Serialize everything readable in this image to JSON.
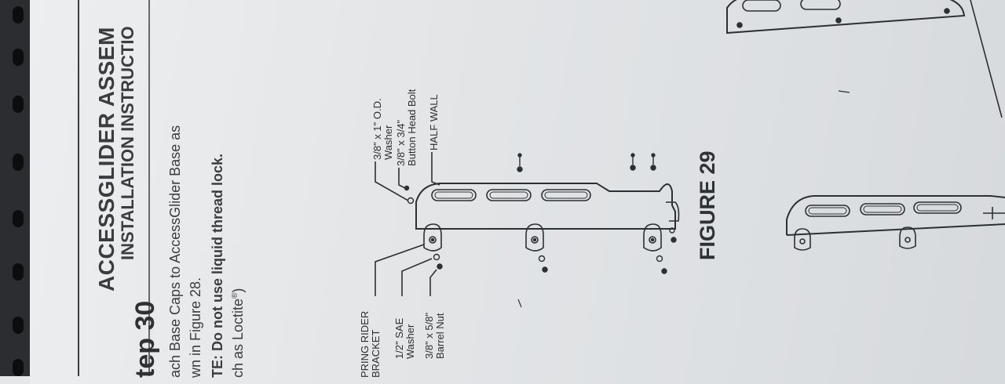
{
  "header": {
    "title": "ACCESSGLIDER ASSEM",
    "subtitle": "INSTALLATION INSTRUCTIO"
  },
  "step": {
    "heading": "tep 30",
    "line1": "ach Base Caps to AccessGlider Base as",
    "line2": "wn in Figure 28.",
    "note1": "TE: Do not use liquid thread lock.",
    "note2": "ch as Loctite",
    "note_registered": "®",
    "note_close": ")"
  },
  "labels": {
    "washer_od_1": "3/8\" x 1\" O.D.",
    "washer_od_2": "Washer",
    "bolt_1": "3/8\" x 3/4\"",
    "bolt_2": "Button Head Bolt",
    "half_wall": "HALF WALL",
    "bracket_1": "PRING RIDER",
    "bracket_2": "BRACKET",
    "sae_1": "1/2\" SAE",
    "sae_2": "Washer",
    "nut_1": "3/8\" x 5/8\"",
    "nut_2": "Barrel Nut"
  },
  "figure": {
    "caption": "FIGURE 29"
  },
  "colors": {
    "ink": "#2a2c2e",
    "paper": "#e4e6e8",
    "pegboard": "#2b2d30"
  }
}
